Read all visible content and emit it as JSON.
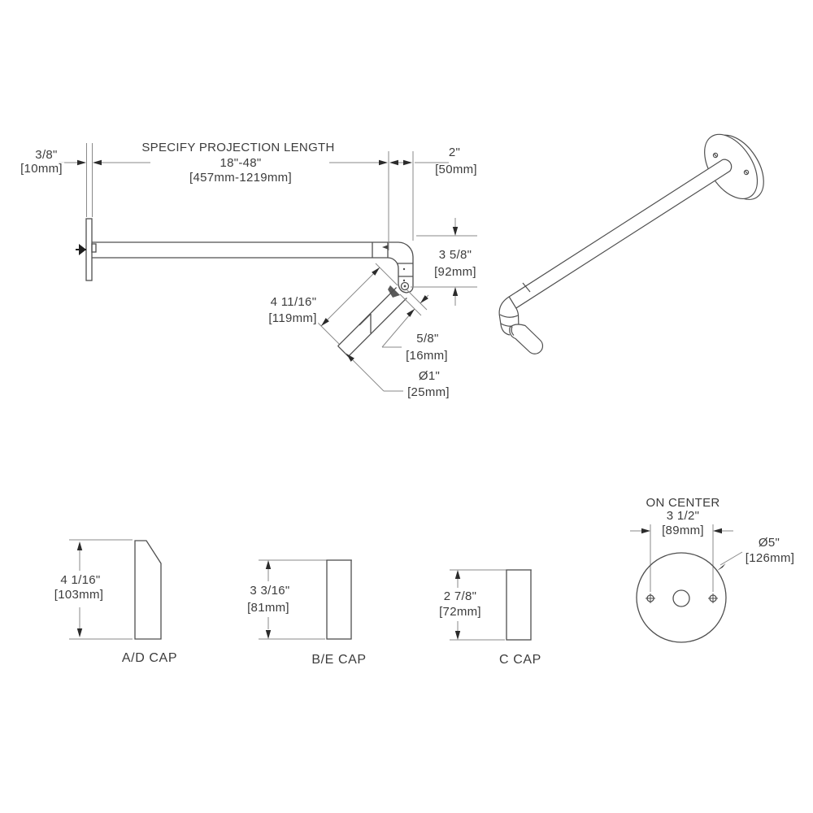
{
  "colors": {
    "object_line": "#4f4f4f",
    "dimension_line": "#8a8a8a",
    "text": "#3c3c3c",
    "arrow": "#2b2b2b",
    "background": "#ffffff"
  },
  "main_view": {
    "projection_note": {
      "line1": "SPECIFY PROJECTION LENGTH",
      "line2": "18\"-48\"",
      "line3": "[457mm-1219mm]"
    },
    "plate_thickness": {
      "in": "3/8\"",
      "mm": "[10mm]"
    },
    "end_width": {
      "in": "2\"",
      "mm": "[50mm]"
    },
    "drop_height": {
      "in": "3 5/8\"",
      "mm": "[92mm]"
    },
    "angled_length": {
      "in": "4 11/16\"",
      "mm": "[119mm]"
    },
    "cap_offset": {
      "in": "5/8\"",
      "mm": "[16mm]"
    },
    "tube_diameter": {
      "in": "Ø1\"",
      "mm": "[25mm]"
    }
  },
  "caps": [
    {
      "label": "A/D CAP",
      "height_in": "4 1/16\"",
      "height_mm": "[103mm]"
    },
    {
      "label": "B/E CAP",
      "height_in": "3 3/16\"",
      "height_mm": "[81mm]"
    },
    {
      "label": "C CAP",
      "height_in": "2 7/8\"",
      "height_mm": "[72mm]"
    }
  ],
  "wall_plate": {
    "on_center_label": "ON CENTER",
    "on_center_in": "3 1/2\"",
    "on_center_mm": "[89mm]",
    "diameter_in": "Ø5\"",
    "diameter_mm": "[126mm]"
  }
}
